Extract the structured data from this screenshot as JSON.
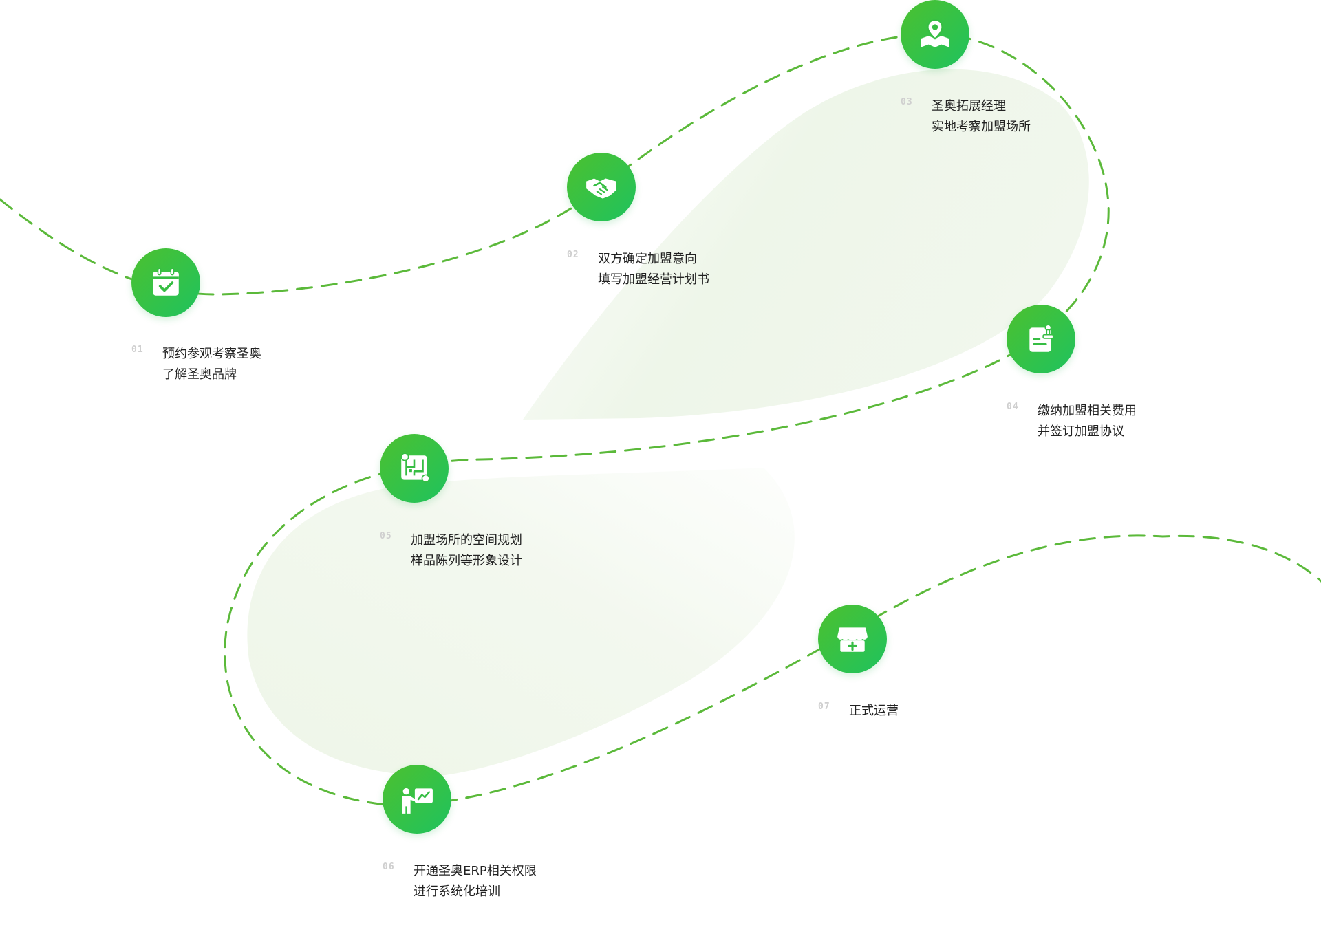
{
  "accent_color": "#3fc14a",
  "steps": [
    {
      "num": "01",
      "icon": "calendar-check-icon",
      "lines": [
        "预约参观考察圣奥",
        "了解圣奥品牌"
      ]
    },
    {
      "num": "02",
      "icon": "handshake-icon",
      "lines": [
        "双方确定加盟意向",
        "填写加盟经营计划书"
      ]
    },
    {
      "num": "03",
      "icon": "map-pin-icon",
      "lines": [
        "圣奥拓展经理",
        "实地考察加盟场所"
      ]
    },
    {
      "num": "04",
      "icon": "contract-stamp-icon",
      "lines": [
        "缴纳加盟相关费用",
        "并签订加盟协议"
      ]
    },
    {
      "num": "05",
      "icon": "floor-plan-icon",
      "lines": [
        "加盟场所的空间规划",
        "样品陈列等形象设计"
      ]
    },
    {
      "num": "06",
      "icon": "training-presentation-icon",
      "lines": [
        "开通圣奥ERP相关权限",
        "进行系统化培训"
      ]
    },
    {
      "num": "07",
      "icon": "store-icon",
      "lines": [
        "正式运营"
      ]
    }
  ]
}
